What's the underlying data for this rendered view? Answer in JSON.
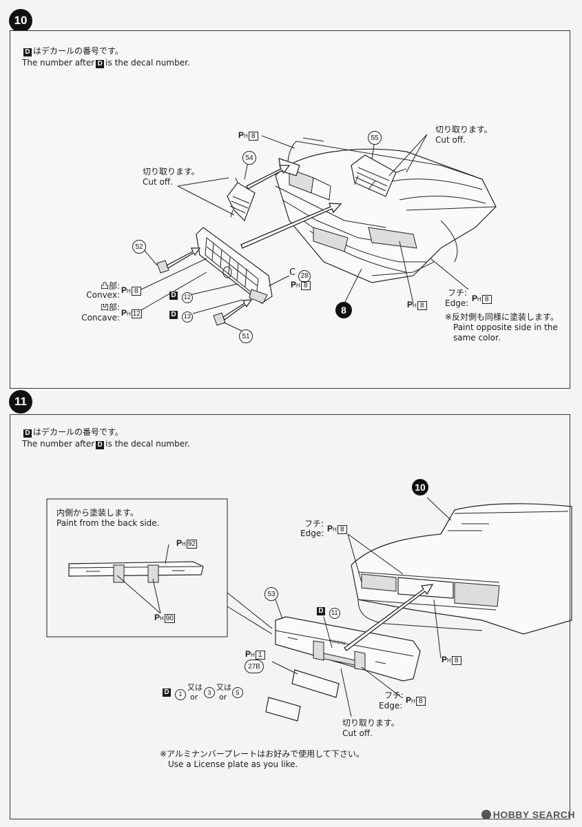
{
  "steps": [
    {
      "number": "10",
      "decal_note_jp": "はデカールの番号です。",
      "decal_note_en_a": "The number after",
      "decal_note_en_b": "is the decal number.",
      "decal_letter": "D",
      "cut_off_jp": "切り取ります。",
      "cut_off_en": "Cut off.",
      "convex_jp": "凸部",
      "convex_en": "Convex",
      "concave_jp": "凹部",
      "concave_en": "Concave",
      "edge_jp": "フチ",
      "edge_en": "Edge",
      "opposite_note_jp": "※反対側も同様に塗装します。",
      "opposite_note_en_1": "Paint opposite side in the",
      "opposite_note_en_2": "same color.",
      "parts": {
        "p54": "54",
        "p55": "55",
        "p52": "52",
        "p51": "51",
        "p28": "28",
        "p8": "8",
        "c_label": "C"
      },
      "decals": {
        "d12": "12",
        "d13": "13"
      },
      "paint": {
        "ph8": "8",
        "ph12": "12"
      }
    },
    {
      "number": "11",
      "decal_note_jp": "はデカールの番号です。",
      "decal_note_en_a": "The number after",
      "decal_note_en_b": "is the decal number.",
      "decal_letter": "D",
      "back_side_jp": "内側から塗装します。",
      "back_side_en": "Paint from the back side.",
      "edge_jp": "フチ",
      "edge_en": "Edge",
      "cut_off_jp": "切り取ります。",
      "cut_off_en": "Cut off.",
      "or_jp": "又は",
      "or_en": "or",
      "license_note_jp": "※アルミナンバープレートはお好みで使用して下さい。",
      "license_note_en": "Use a License plate as you like.",
      "bumper_text": "TOYOTA",
      "parts": {
        "p53": "53",
        "p27b": "27B",
        "p10": "10"
      },
      "decals": {
        "d11": "11",
        "d1": "1",
        "d3": "3",
        "d5": "5"
      },
      "paint": {
        "ph8": "8",
        "ph1": "1",
        "ph90": "90",
        "ph92": "92"
      }
    }
  ],
  "paint_code": {
    "p": "P",
    "h": "H"
  },
  "watermark": "HOBBY SEARCH"
}
